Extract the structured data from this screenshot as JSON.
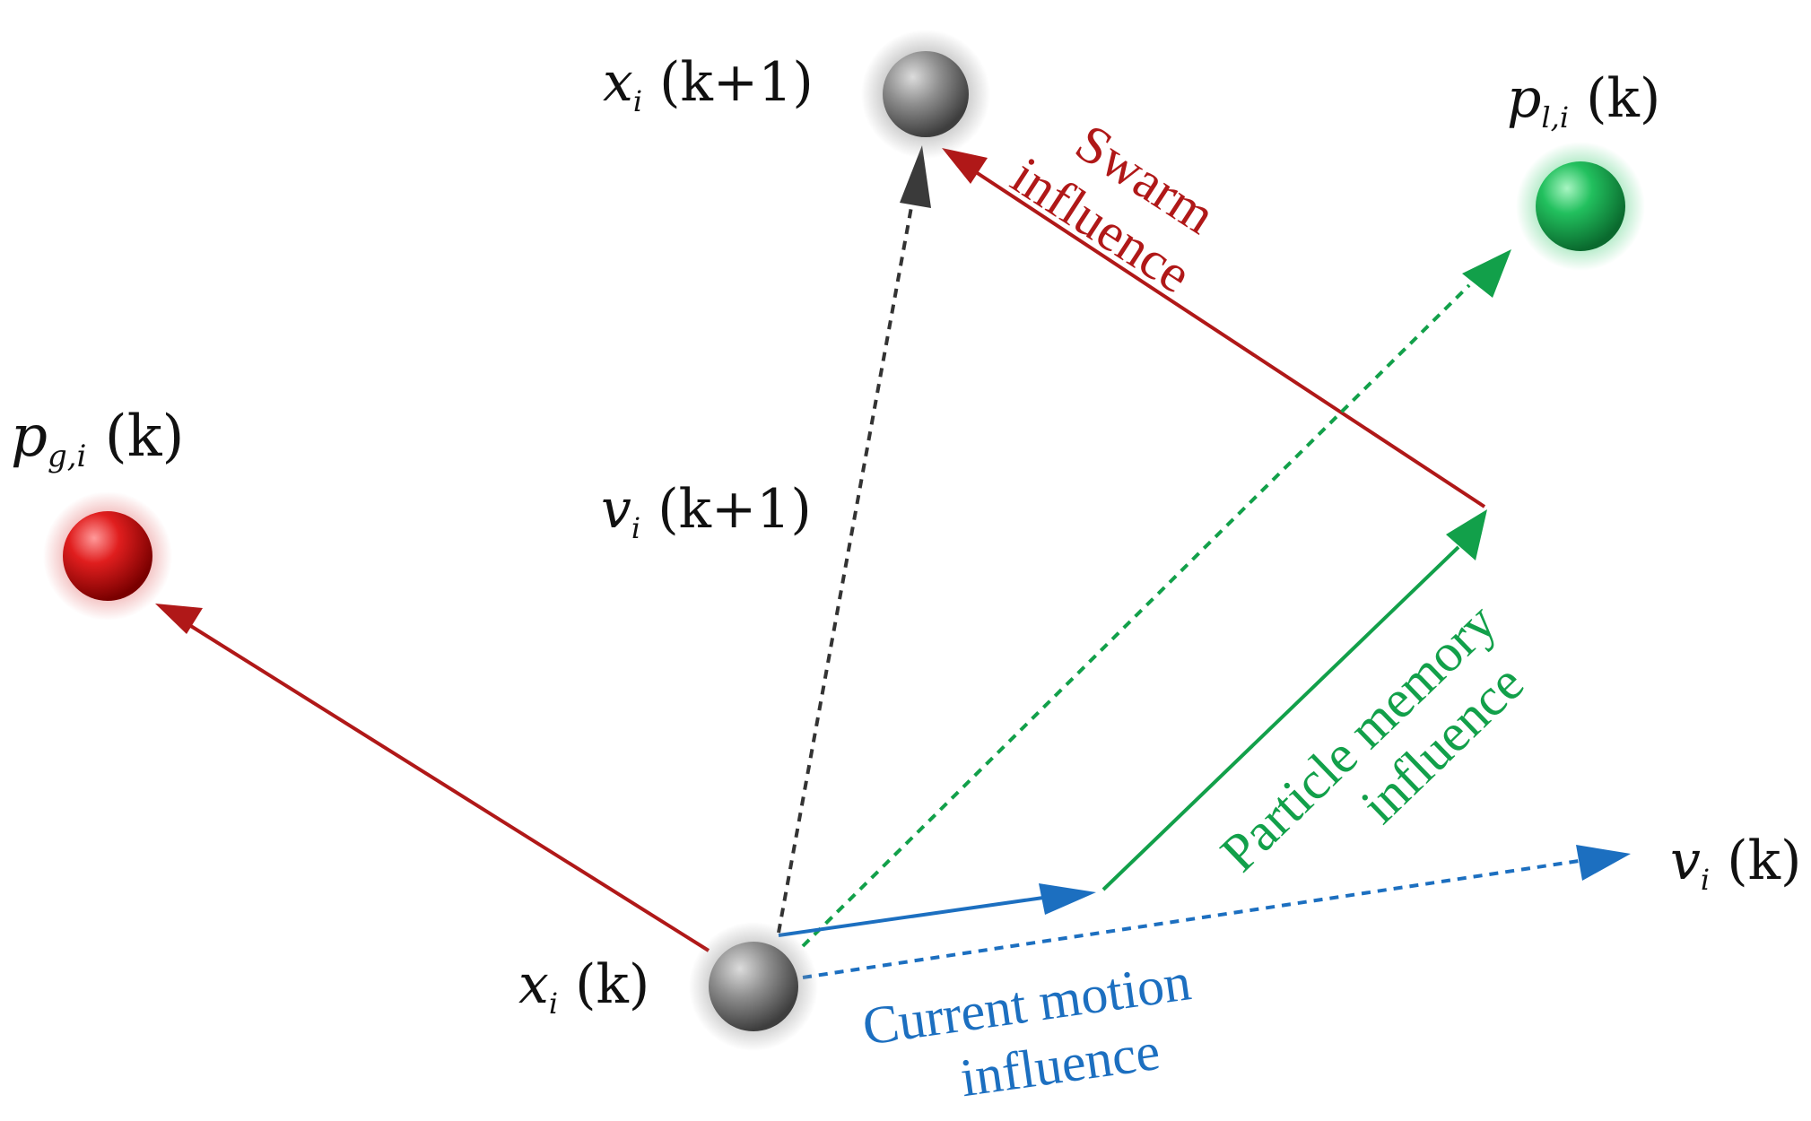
{
  "colors": {
    "swarm": "#b01818",
    "memory": "#12a04a",
    "motion": "#1c6fc0",
    "velocity_next": "#333333",
    "particle_current": "#8a8a8a",
    "particle_next": "#8a8a8a",
    "global_best": "#d31a1a",
    "local_best": "#1db455"
  },
  "labels": {
    "x_next": {
      "var": "x",
      "sub": "i",
      "arg": " (k+1)"
    },
    "p_local": {
      "var": "p",
      "sub": "l,i",
      "arg": " (k)"
    },
    "p_global": {
      "var": "p",
      "sub": "g,i",
      "arg": " (k)"
    },
    "v_next": {
      "var": "v",
      "sub": "i",
      "arg": " (k+1)"
    },
    "v_current": {
      "var": "v",
      "sub": "i",
      "arg": " (k)"
    },
    "x_current": {
      "var": "x",
      "sub": "i",
      "arg": " (k)"
    }
  },
  "captions": {
    "swarm": [
      "Swarm",
      "influence"
    ],
    "memory": [
      "Particle memory",
      "influence"
    ],
    "motion": [
      "Current motion",
      "influence"
    ]
  }
}
